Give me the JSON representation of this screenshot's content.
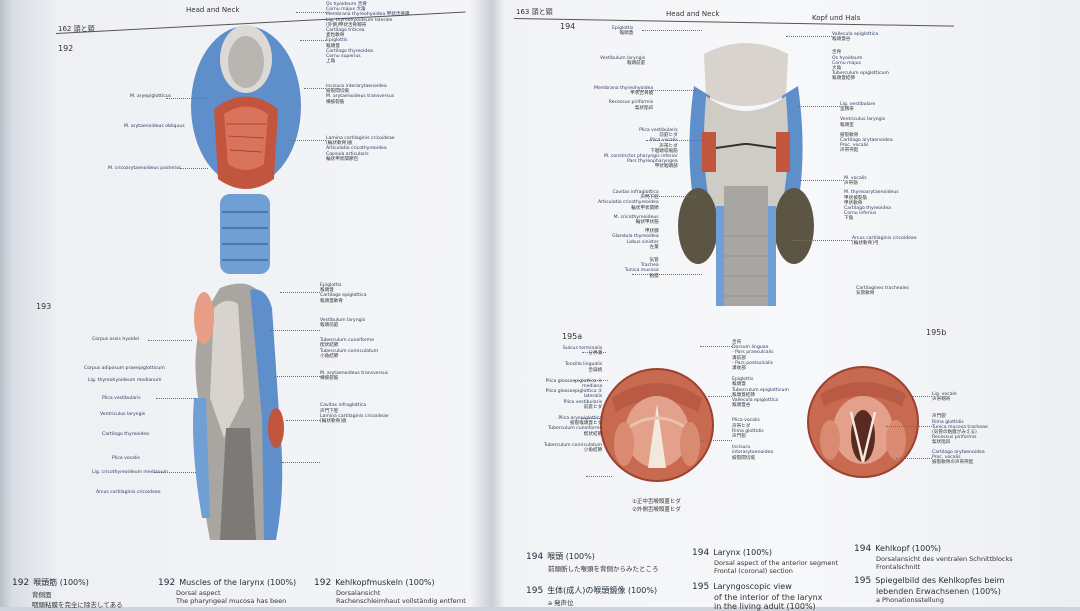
{
  "left_page": {
    "header_jp": "162 頭と頸",
    "header_en": "Head and Neck",
    "fig192": {
      "number": "192",
      "labels_right": [
        {
          "en": "Os hyoideum 舌骨",
          "jp": ""
        },
        {
          "en": "Cornu majus 大角",
          "jp": ""
        },
        {
          "en": "Membrana thyreohyoidea 甲状舌骨膜",
          "jp": ""
        },
        {
          "en": "Lig. thyreohyoideum laterale",
          "jp": "[外側]甲状舌骨靱帯"
        },
        {
          "en": "Cartilago triticea",
          "jp": "麦粒軟骨"
        },
        {
          "en": "Epiglottis",
          "jp": "喉頭蓋"
        },
        {
          "en": "Cartilago thyreoidea",
          "jp": ""
        },
        {
          "en": "Cornu superius",
          "jp": "上角"
        }
      ],
      "labels_right2": [
        {
          "en": "Incisura interarytaenoidea",
          "jp": "披裂間切痕"
        },
        {
          "en": "M. arytaenoideus transversus",
          "jp": "横披裂筋"
        }
      ],
      "labels_right3": [
        {
          "en": "Lamina cartilaginis cricoideae",
          "jp": "[輪状軟骨]板"
        },
        {
          "en": "Articulatio cricothyreoidea",
          "jp": "Capsula articularis"
        },
        {
          "en": "輪状甲状関節包",
          "jp": ""
        }
      ],
      "labels_left": [
        "M. aryepiglotticus",
        "M. arytaenoideus obliquus",
        "M. cricoarytaenoideus posterior"
      ]
    },
    "fig193": {
      "number": "193",
      "labels_right": [
        {
          "en": "Epiglottis",
          "jp": "喉頭蓋"
        },
        {
          "en": "Cartilago epiglottica",
          "jp": "喉頭蓋軟骨"
        },
        {
          "en": "Vestibulum laryngis",
          "jp": "喉頭前庭"
        },
        {
          "en": "Tuberculum cuneiforme",
          "jp": "楔状結節"
        },
        {
          "en": "Tuberculum corniculatum",
          "jp": "小角結節"
        },
        {
          "en": "M. arytaenoideus transversus",
          "jp": "横披裂筋"
        },
        {
          "en": "Cavitas infraglottica",
          "jp": "声門下腔"
        },
        {
          "en": "Lamina cartilaginis cricoideae",
          "jp": "[輪状軟骨]板"
        }
      ],
      "labels_left": [
        "Corpus ossis hyoidei",
        "Corpus adiposum praeepiglotticum",
        "Lig. thyreohyoideum medianum",
        "Plica vestibularis",
        "Ventriculus laryngis",
        "Cartilago thyreoidea",
        "Plica vocalis",
        "Lig. cricothyreoideum medianum",
        "Arcus cartilaginis cricoideae"
      ]
    },
    "captions": [
      {
        "num": "192",
        "title": "喉頭筋 (100%)",
        "sub1": "背側面",
        "sub2": "咽頭粘膜を完全に除去してある"
      },
      {
        "num": "192",
        "title": "Muscles of the larynx (100%)",
        "sub1": "Dorsal aspect",
        "sub2": "The pharyngeal mucosa has been"
      },
      {
        "num": "192",
        "title": "Kehlkopfmuskeln (100%)",
        "sub1": "Dorsalansicht",
        "sub2": "Rachenschleimhaut vollständig entfernt"
      }
    ]
  },
  "right_page": {
    "header_jp": "163 頭と頸",
    "header_en": "Head and Neck",
    "header_de": "Kopf und Hals",
    "fig194": {
      "number": "194",
      "labels_left": [
        {
          "en": "Epiglottis",
          "jp": "喉頭蓋"
        },
        {
          "en": "Vestibulum laryngis",
          "jp": "喉頭前庭"
        },
        {
          "en": "Membrana thyreohyoidea",
          "jp": "甲状舌骨膜"
        },
        {
          "en": "Recessus piriformis",
          "jp": "梨状陥凹"
        },
        {
          "en": "Plica vestibularis",
          "jp": "前庭ヒダ"
        },
        {
          "en": "Plica vocalis",
          "jp": "声帯ヒダ"
        },
        {
          "en": "下咽頭収縮筋",
          "jp": "M. constrictor pharyngis inferior"
        },
        {
          "en": "Pars thyreopharyngea",
          "jp": "甲状咽頭部"
        },
        {
          "en": "Cavitas infraglottica",
          "jp": "声門下腔"
        },
        {
          "en": "Articulatio cricothyreoidea",
          "jp": "輪状甲状関節"
        },
        {
          "en": "M. cricothyreoideus",
          "jp": "輪状甲状筋"
        },
        {
          "en": "甲状腺",
          "jp": "Glandula thyreoidea"
        },
        {
          "en": "Lobus sinister",
          "jp": "左葉"
        },
        {
          "en": "気管",
          "jp": "Trachea"
        },
        {
          "en": "Tunica mucosa",
          "jp": "粘膜"
        }
      ],
      "labels_right": [
        {
          "en": "Vallecula epiglottica",
          "jp": "喉頭蓋谷"
        },
        {
          "en": "舌骨",
          "jp": "Os hyoideum"
        },
        {
          "en": "Cornu majus",
          "jp": "大角"
        },
        {
          "en": "Tuberculum epiglotticum",
          "jp": "喉頭蓋結節"
        },
        {
          "en": "Lig. vestibulare",
          "jp": "室靱帯"
        },
        {
          "en": "Ventriculus laryngis",
          "jp": "喉頭室"
        },
        {
          "en": "披裂軟骨",
          "jp": "Cartilago arytaenoidea"
        },
        {
          "en": "Proc. vocalis",
          "jp": "声帯突起"
        },
        {
          "en": "M. vocalis",
          "jp": "声帯筋"
        },
        {
          "en": "M. thyreoarytaenoideus",
          "jp": "甲状披裂筋"
        },
        {
          "en": "甲状軟骨",
          "jp": "Cartilago thyreoidea"
        },
        {
          "en": "Cornu inferius",
          "jp": "下角"
        },
        {
          "en": "Arcus cartilaginis cricoideae",
          "jp": "[輪状軟骨]弓"
        },
        {
          "en": "Cartilagines tracheales",
          "jp": "気管軟骨"
        }
      ]
    },
    "fig195a": {
      "number": "195a",
      "labels_left": [
        {
          "en": "Sulcus terminalis",
          "jp": "分界溝"
        },
        {
          "en": "Tonsilla lingualis",
          "jp": "舌扁桃"
        },
        {
          "en": "Plica glossoepiglottica ①",
          "jp": "mediana"
        },
        {
          "en": "Plica glossoepiglottica ②",
          "jp": "lateralis"
        },
        {
          "en": "Plica vestibularis",
          "jp": "前庭ヒダ"
        },
        {
          "en": "Plica aryepiglottica",
          "jp": "披裂喉頭蓋ヒダ"
        },
        {
          "en": "Tuberculum cuneiforme",
          "jp": "楔状結節"
        },
        {
          "en": "Tuberculum corniculatum",
          "jp": "小角結節"
        }
      ],
      "labels_right": [
        {
          "en": "舌背",
          "jp": "Dorsum linguae"
        },
        {
          "en": "- Pars praesulcalis",
          "jp": "溝前部"
        },
        {
          "en": "- Pars postsulcalis",
          "jp": "溝後部"
        },
        {
          "en": "Epiglottis",
          "jp": "喉頭蓋"
        },
        {
          "en": "Tuberculum epiglotticum",
          "jp": "喉頭蓋結節"
        },
        {
          "en": "Vallecula epiglottica",
          "jp": "喉頭蓋谷"
        },
        {
          "en": "Plica vocalis",
          "jp": "声帯ヒダ"
        },
        {
          "en": "Rima glottidis",
          "jp": "声門裂"
        },
        {
          "en": "Incisura",
          "jp": "interarytaenoidea"
        },
        {
          "en": "披裂間切痕",
          "jp": ""
        }
      ],
      "footnote1": "①正中舌喉頭蓋ヒダ",
      "footnote2": "②外側舌喉頭蓋ヒダ"
    },
    "fig195b": {
      "number": "195b",
      "labels_right": [
        {
          "en": "Lig. vocale",
          "jp": "声帯靱帯"
        },
        {
          "en": "声門裂",
          "jp": "Rima glottidis"
        },
        {
          "en": "Tunica mucosa tracheae",
          "jp": "(気管の粘膜がみえる)"
        },
        {
          "en": "Recessus piriformis",
          "jp": "梨状陥凹"
        },
        {
          "en": "Cartilago arytaenoidea",
          "jp": "Proc. vocalis"
        },
        {
          "en": "披裂軟骨の声帯突起",
          "jp": ""
        }
      ]
    },
    "captions": [
      {
        "num": "194",
        "title": "喉頭 (100%)",
        "sub1": "前頭断した喉頭を背側からみたところ",
        "sub2": ""
      },
      {
        "num": "194",
        "title": "Larynx (100%)",
        "sub1": "Dorsal aspect of the anterior segment",
        "sub2": "Frontal (coronal) section"
      },
      {
        "num": "194",
        "title": "Kehlkopf (100%)",
        "sub1": "Dorsalansicht des ventralen Schnittblocks",
        "sub2": "Frontalschnitt"
      },
      {
        "num": "195",
        "title": "生体(成人)の喉頭鏡像 (100%)",
        "sub1": "a 発声位",
        "sub2": ""
      },
      {
        "num": "195",
        "title": "Laryngoscopic view",
        "sub1": "of the interior of the larynx",
        "sub2": "in the living adult (100%)"
      },
      {
        "num": "195",
        "title": "Spiegelbild des Kehlkopfes beim",
        "sub1": "lebenden Erwachsenen (100%)",
        "sub2": "a Phonationsstellung"
      }
    ]
  },
  "colors": {
    "cartilage_blue": "#6f9fd4",
    "muscle_red": "#c2553d",
    "mucosa_gray": "#c9c6c2",
    "tissue_pink": "#e79d86",
    "background_page": "#f5f6f8"
  }
}
